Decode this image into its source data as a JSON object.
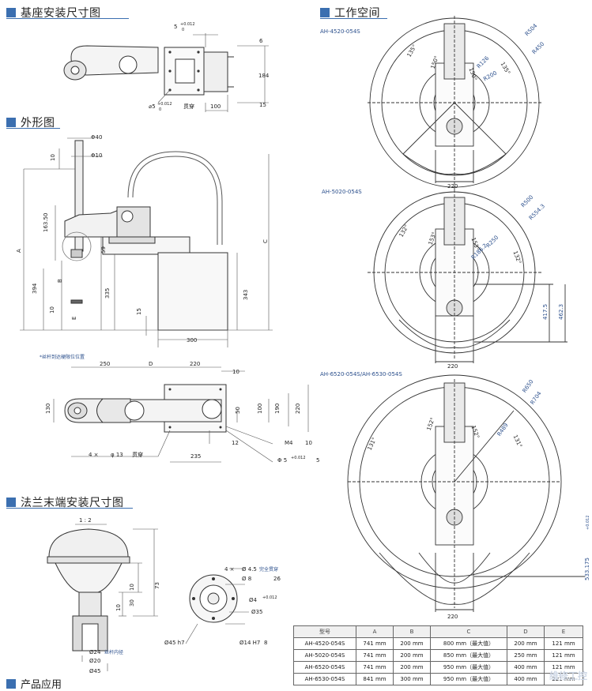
{
  "sections": {
    "base_mount": "基座安装尺寸图",
    "workspace": "工作空间",
    "outline": "外形图",
    "flange": "法兰末端安装尺寸图",
    "product_app": "产品应用"
  },
  "models": {
    "m1": "AH-4520-054S",
    "m2": "AH-5020-054S",
    "m3": "AH-6520-054S/AH-6530-054S"
  },
  "base_dims": {
    "hole_top": "5",
    "hole_top_tol": "+0.012",
    "hole_top_tol_low": "0",
    "d6": "6",
    "d184": "184",
    "d15": "15",
    "d100": "100",
    "hole_bottom": "⌀5",
    "hole_bottom_tol": "+0.012",
    "hole_bottom_tol_low": "0",
    "through": "贯穿"
  },
  "outline_dims": {
    "phi40": "Φ40",
    "phi10": "Φ10",
    "d10": "10",
    "d16350": "163.50",
    "A": "A",
    "d394": "394",
    "B": "B",
    "d59": "59",
    "d335": "335",
    "d343": "343",
    "C": "C",
    "d15": "15",
    "d10b": "10",
    "E": "E",
    "d300": "300",
    "note": "*丝杆到达硬限位位置"
  },
  "plan_dims": {
    "d250": "250",
    "D": "D",
    "d220": "220",
    "d10": "10",
    "d130": "130",
    "d50": "50",
    "d100": "100",
    "d190": "190",
    "d220b": "220",
    "m4": "M4",
    "m4depth": "10",
    "d12": "12",
    "holes": "4 ×",
    "phi13": "φ 13",
    "through": "贯穿",
    "d235": "235",
    "pin": "Φ 5",
    "pin_tol": "+0.012",
    "pin_depth": "5"
  },
  "ws1": {
    "a1": "135°",
    "a2": "150°",
    "a3": "150°",
    "a4": "135°",
    "r504": "R504",
    "r450": "R450",
    "r126": "R126",
    "r200": "R200",
    "w220": "220"
  },
  "ws2": {
    "a1": "132°",
    "a2": "153°",
    "a3": "153°",
    "a4": "132°",
    "r500": "R500",
    "r554": "R554.3",
    "r186": "R186.2",
    "r250": "R250",
    "d4175": "417.5",
    "d4623": "462.3",
    "w220": "220"
  },
  "ws3": {
    "a1": "131°",
    "a2": "152°",
    "a3": "152°",
    "a4": "131°",
    "r650": "R650",
    "r704": "R704",
    "r489": "R489",
    "d533": "533.175",
    "d533tol": "+0.012",
    "w220": "220"
  },
  "flange_dims": {
    "scale": "1 : 2",
    "d73": "73",
    "d10": "10",
    "d30": "30",
    "d10b": "10",
    "phi24": "Ø24",
    "phi24note": "丝杆内径",
    "phi20": "Ø20",
    "phi45": "Ø45",
    "holes": "4 ×",
    "phi45b": "Ø 4.5",
    "safe": "完全贯穿",
    "phi8": "Ø 8",
    "depth26": "26",
    "phi4": "Ø4",
    "phi4tol": "+0.012",
    "phi35": "Ø35",
    "phi45h7": "Ø45 h7",
    "phi14": "Ø14 H7",
    "phi14depth": "8"
  },
  "spec_table": {
    "headers": [
      "型号",
      "A",
      "B",
      "C",
      "D",
      "E"
    ],
    "rows": [
      [
        "AH-4520-054S",
        "741 mm",
        "200 mm",
        "800 mm（最大值）",
        "200 mm",
        "121 mm"
      ],
      [
        "AH-5020-054S",
        "741 mm",
        "200 mm",
        "850 mm（最大值）",
        "250 mm",
        "121 mm"
      ],
      [
        "AH-6520-054S",
        "741 mm",
        "200 mm",
        "950 mm（最大值）",
        "400 mm",
        "121 mm"
      ],
      [
        "AH-6530-054S",
        "841 mm",
        "300 mm",
        "950 mm（最大值）",
        "400 mm",
        "221 mm"
      ]
    ]
  },
  "watermark": "维修工控"
}
